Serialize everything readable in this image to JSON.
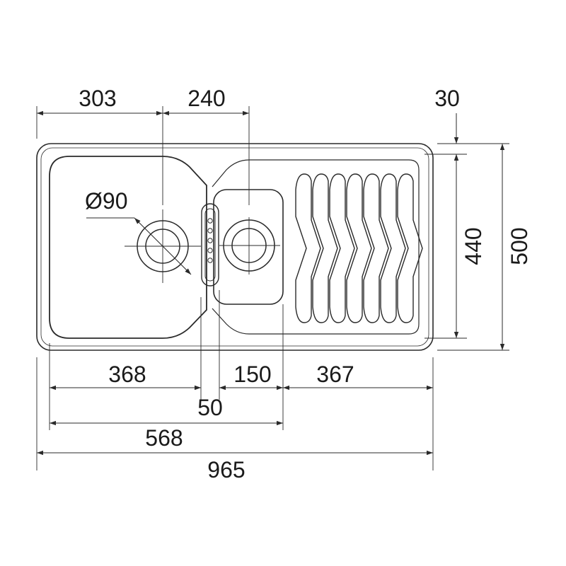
{
  "drawing": {
    "line_color": "#2a2a2a",
    "background": "#ffffff",
    "dimensions": {
      "top_left": "303",
      "top_mid": "240",
      "top_right": "30",
      "right_inner": "440",
      "right_outer": "500",
      "bottom_left_bowl": "368",
      "bottom_small_bowl": "150",
      "bottom_drainer": "367",
      "bottom_gap": "50",
      "bottom_568": "568",
      "bottom_total": "965",
      "drain_diameter": "Ø90"
    },
    "drainer_ribs": 7
  }
}
